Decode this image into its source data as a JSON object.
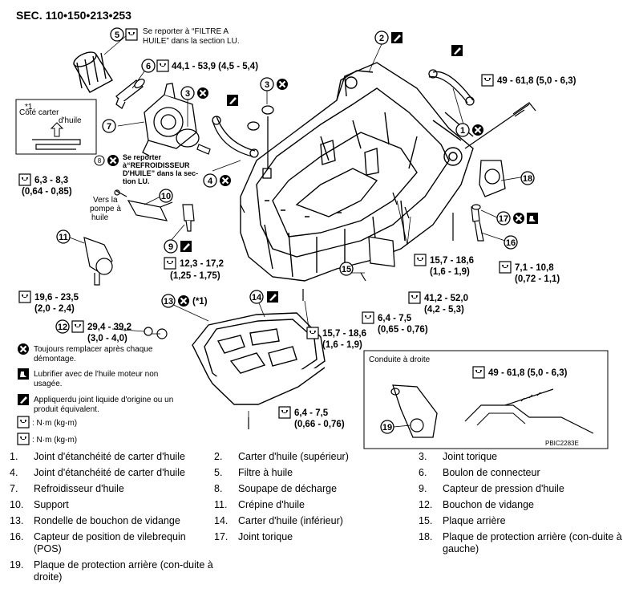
{
  "section_title": "SEC. 110•150•213•253",
  "figure_code": "PBIC2283E",
  "callouts": {
    "c5_note": [
      "Se reporter à “FILTRE A",
      "HUILE” dans la section LU."
    ],
    "c6_torque": "44,1 - 53,9 (4,5 - 5,4)",
    "c8_note": [
      "Se reporter",
      "à“REFROIDISSEUR",
      "D'HUILE” dans la sec-",
      "tion LU."
    ],
    "cote_carter": [
      "Côté carter",
      "d'huile"
    ],
    "star1": "*1",
    "top_right_torque": "49 - 61,8 (5,0 - 6,3)",
    "left_torque_1": [
      "6,3 - 8,3",
      "(0,64 - 0,85)"
    ],
    "vers_pompe": [
      "Vers la",
      "pompe à",
      "huile"
    ],
    "c9_torque": [
      "12,3 - 17,2",
      "(1,25 - 1,75)"
    ],
    "c11_torque": [
      "19,6 - 23,5",
      "(2,0 - 2,4)"
    ],
    "c12_torque": [
      "29,4 - 39,2",
      "(3,0 - 4,0)"
    ],
    "c13_ref": "(*1)",
    "mid_torque_1": [
      "15,7 - 18,6",
      "(1,6 - 1,9)"
    ],
    "mid_torque_2": [
      "15,7 - 18,6",
      "(1,6 - 1,9)"
    ],
    "mid_torque_3": [
      "41,2 - 52,0",
      "(4,2 - 5,3)"
    ],
    "mid_torque_4": [
      "6,4 - 7,5",
      "(0,65 - 0,76)"
    ],
    "right_torque": [
      "7,1 - 10,8",
      "(0,72 - 1,1)"
    ],
    "bottom_torque": [
      "6,4 - 7,5",
      "(0,66 - 0,76)"
    ],
    "conduite_droite": "Conduite à droite",
    "inset_torque": "49 - 61,8 (5,0 - 6,3)"
  },
  "symbol_legend": [
    [
      "Toujours remplacer après chaque",
      "démontage."
    ],
    [
      "Lubrifier avec de l'huile moteur non",
      "usagée."
    ],
    [
      "Appliquerdu joint liquide d'origine ou un",
      "produit équivalent."
    ],
    [
      ": N·m (kg-m)"
    ],
    [
      ": N·m (kg-m)"
    ]
  ],
  "parts": [
    {
      "n": "1.",
      "t": "Joint d'étanchéité de carter d'huile"
    },
    {
      "n": "2.",
      "t": "Carter d'huile (supérieur)"
    },
    {
      "n": "3.",
      "t": "Joint torique"
    },
    {
      "n": "4.",
      "t": "Joint d'étanchéité de carter d'huile"
    },
    {
      "n": "5.",
      "t": "Filtre à huile"
    },
    {
      "n": "6.",
      "t": "Boulon de connecteur"
    },
    {
      "n": "7.",
      "t": "Refroidisseur d'huile"
    },
    {
      "n": "8.",
      "t": "Soupape de décharge"
    },
    {
      "n": "9.",
      "t": "Capteur de pression d'huile"
    },
    {
      "n": "10.",
      "t": "Support"
    },
    {
      "n": "11.",
      "t": "Crépine d'huile"
    },
    {
      "n": "12.",
      "t": "Bouchon de vidange"
    },
    {
      "n": "13.",
      "t": "Rondelle de bouchon de vidange"
    },
    {
      "n": "14.",
      "t": "Carter d'huile (inférieur)"
    },
    {
      "n": "15.",
      "t": "Plaque arrière"
    },
    {
      "n": "16.",
      "t": "Capteur de position de vilebrequin (POS)"
    },
    {
      "n": "17.",
      "t": "Joint torique"
    },
    {
      "n": "18.",
      "t": "Plaque de protection arrière (con-duite à gauche)"
    },
    {
      "n": "19.",
      "t": "Plaque de protection arrière (con-duite à droite)"
    }
  ]
}
